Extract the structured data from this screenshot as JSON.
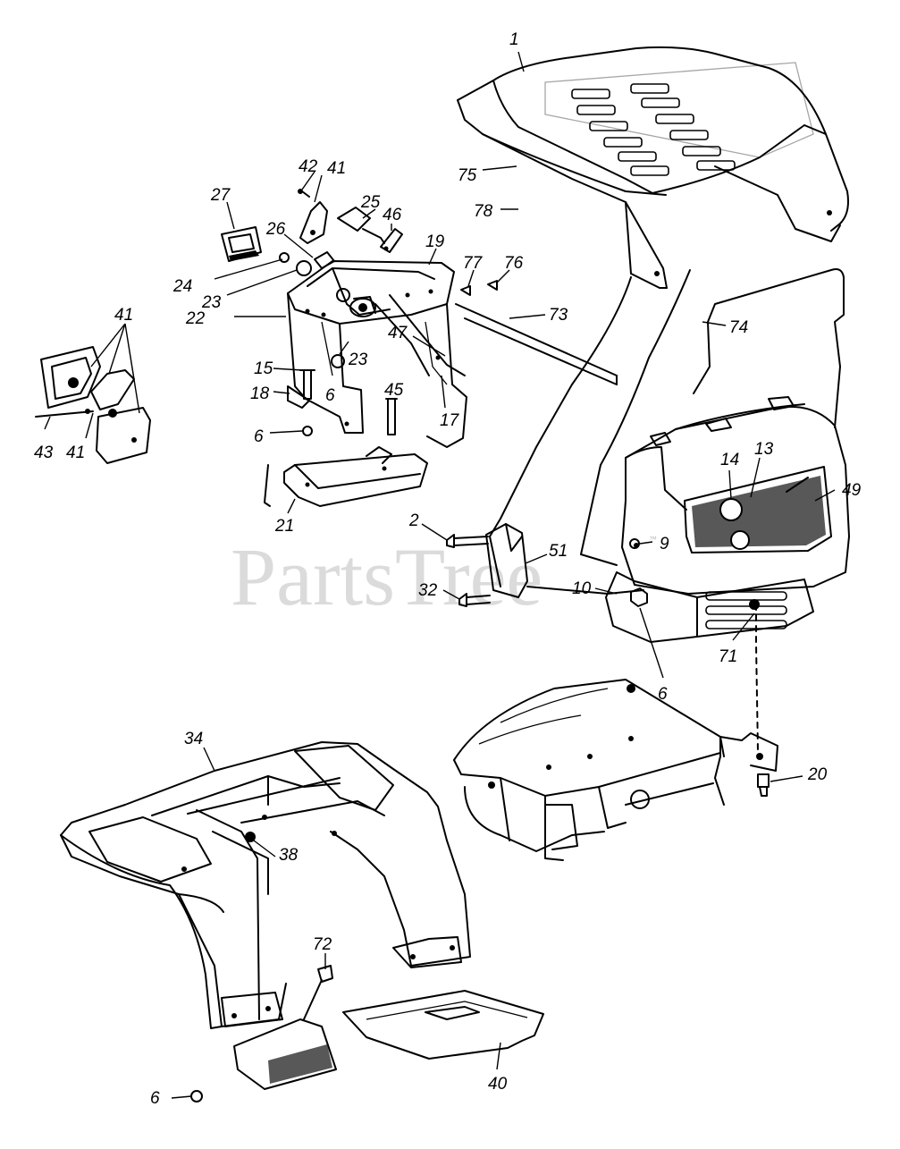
{
  "watermark": {
    "text": "PartsTree",
    "trademark": "™"
  },
  "callouts": [
    {
      "id": "c1",
      "label": "1"
    },
    {
      "id": "c75",
      "label": "75"
    },
    {
      "id": "c78",
      "label": "78"
    },
    {
      "id": "c42",
      "label": "42"
    },
    {
      "id": "c41a",
      "label": "41"
    },
    {
      "id": "c25",
      "label": "25"
    },
    {
      "id": "c46",
      "label": "46"
    },
    {
      "id": "c27",
      "label": "27"
    },
    {
      "id": "c26",
      "label": "26"
    },
    {
      "id": "c19",
      "label": "19"
    },
    {
      "id": "c77",
      "label": "77"
    },
    {
      "id": "c76",
      "label": "76"
    },
    {
      "id": "c24",
      "label": "24"
    },
    {
      "id": "c23a",
      "label": "23"
    },
    {
      "id": "c22",
      "label": "22"
    },
    {
      "id": "c73",
      "label": "73"
    },
    {
      "id": "c74",
      "label": "74"
    },
    {
      "id": "c41b",
      "label": "41"
    },
    {
      "id": "c47",
      "label": "47"
    },
    {
      "id": "c15",
      "label": "15"
    },
    {
      "id": "c23b",
      "label": "23"
    },
    {
      "id": "c6a",
      "label": "6"
    },
    {
      "id": "c18",
      "label": "18"
    },
    {
      "id": "c45",
      "label": "45"
    },
    {
      "id": "c17",
      "label": "17"
    },
    {
      "id": "c6b",
      "label": "6"
    },
    {
      "id": "c43",
      "label": "43"
    },
    {
      "id": "c41c",
      "label": "41"
    },
    {
      "id": "c14",
      "label": "14"
    },
    {
      "id": "c13",
      "label": "13"
    },
    {
      "id": "c49",
      "label": "49"
    },
    {
      "id": "c21",
      "label": "21"
    },
    {
      "id": "c2",
      "label": "2"
    },
    {
      "id": "c51",
      "label": "51"
    },
    {
      "id": "c9",
      "label": "9"
    },
    {
      "id": "c32",
      "label": "32"
    },
    {
      "id": "c10",
      "label": "10"
    },
    {
      "id": "c71",
      "label": "71"
    },
    {
      "id": "c6c",
      "label": "6"
    },
    {
      "id": "c34",
      "label": "34"
    },
    {
      "id": "c20",
      "label": "20"
    },
    {
      "id": "c38",
      "label": "38"
    },
    {
      "id": "c72",
      "label": "72"
    },
    {
      "id": "c40",
      "label": "40"
    },
    {
      "id": "c6d",
      "label": "6"
    }
  ]
}
